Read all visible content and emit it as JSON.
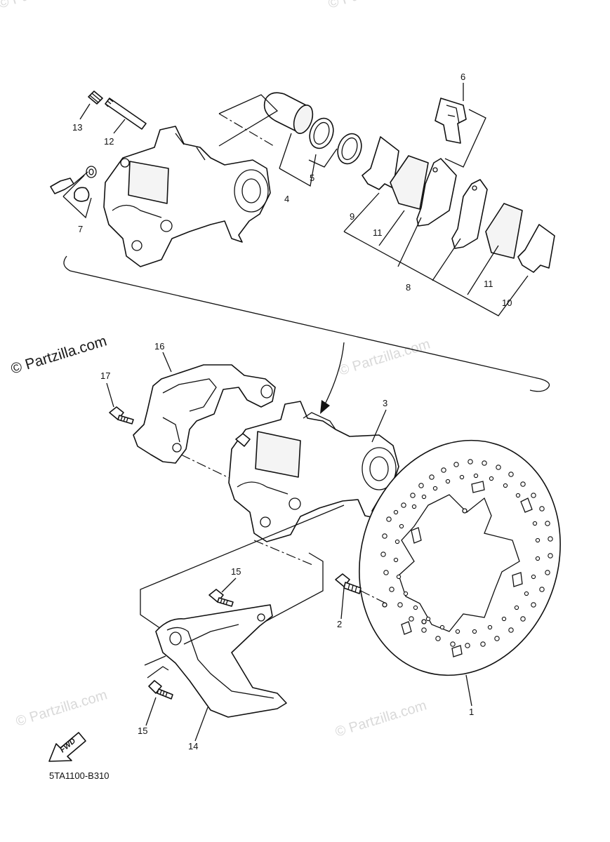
{
  "watermarks": {
    "main": "© Partzilla.com",
    "faint": "© Partzilla.com"
  },
  "diagram_code": "5TA1100-B310",
  "fwd_label": "FWD",
  "callouts": {
    "n1": "1",
    "n2": "2",
    "n3": "3",
    "n4": "4",
    "n5": "5",
    "n6": "6",
    "n7": "7",
    "n8": "8",
    "n9": "9",
    "n10": "10",
    "n11a": "11",
    "n11b": "11",
    "n12": "12",
    "n13": "13",
    "n14": "14",
    "n15a": "15",
    "n15b": "15",
    "n16": "16",
    "n17": "17"
  },
  "colors": {
    "line": "#111111",
    "watermark": "#d9d9d9",
    "background": "#ffffff"
  }
}
